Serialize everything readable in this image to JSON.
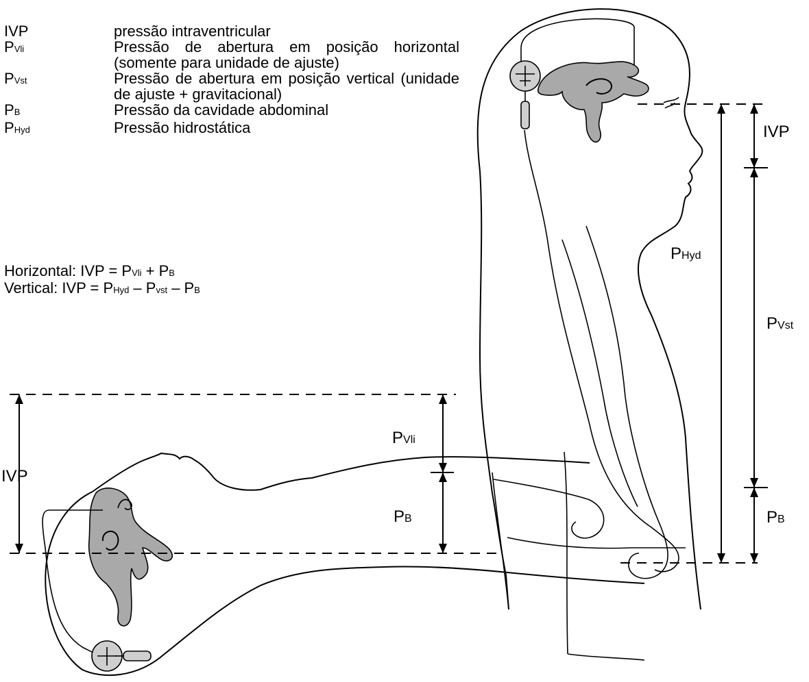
{
  "legend": [
    {
      "sym_main": "IVP",
      "sym_sub": "",
      "desc": "pressão intraventricular"
    },
    {
      "sym_main": "P",
      "sym_sub": "Vli",
      "desc": "Pressão de abertura em posição horizontal (somente para unidade de ajuste)"
    },
    {
      "sym_main": "P",
      "sym_sub": "Vst",
      "desc": "Pressão de abertura em posição vertical (unidade de ajuste + gravitacional)"
    },
    {
      "sym_main": "P",
      "sym_sub": "B",
      "desc": "Pressão da cavidade abdominal"
    },
    {
      "sym_main": "P",
      "sym_sub": "Hyd",
      "desc": "Pressão hidrostática"
    }
  ],
  "equations": {
    "horizontal": {
      "prefix": "Horizontal: IVP = P",
      "s1": "Vli",
      "mid": " + P",
      "s2": "B"
    },
    "vertical": {
      "prefix": "Vertical: IVP = P",
      "s1": "Hyd",
      "mid1": " – P",
      "s2": "vst",
      "mid2": " – P",
      "s3": "B"
    }
  },
  "labels": {
    "ivp_vertical": "IVP",
    "phyd": {
      "main": "P",
      "sub": "Hyd"
    },
    "pvst": {
      "main": "P",
      "sub": "Vst"
    },
    "pb_vertical": {
      "main": "P",
      "sub": "B"
    },
    "ivp_horizontal": "IVP",
    "pvli": {
      "main": "P",
      "sub": "Vli"
    },
    "pb_horizontal": {
      "main": "P",
      "sub": "B"
    }
  }
}
